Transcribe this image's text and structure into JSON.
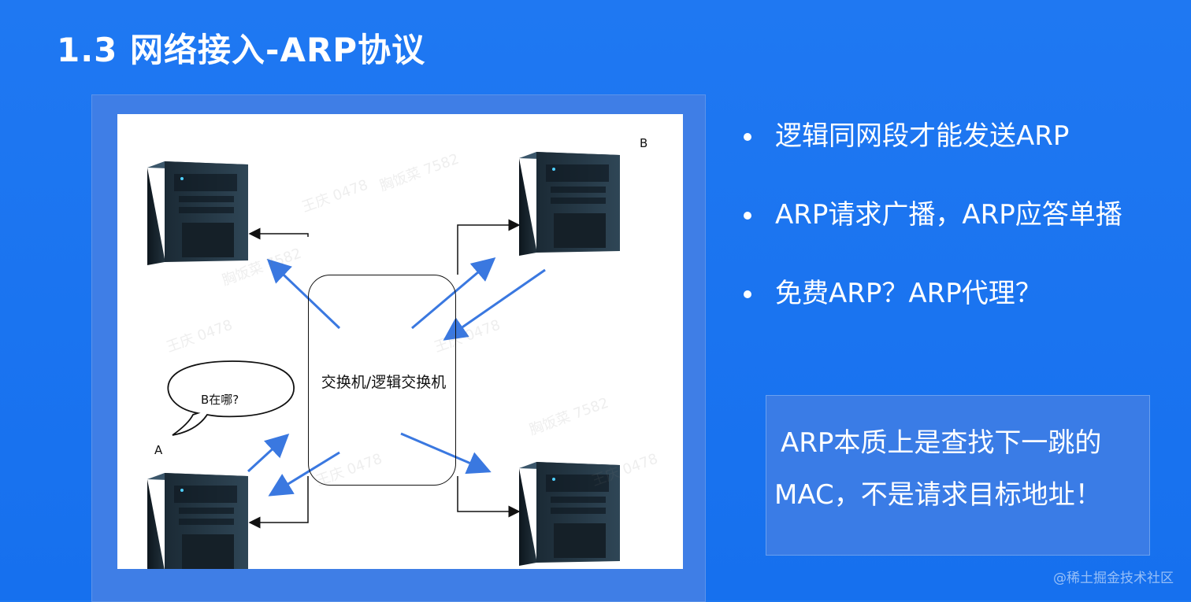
{
  "slide": {
    "title": "1.3 网络接入-ARP协议"
  },
  "diagram": {
    "switch_label": "交换机/逻辑交换机",
    "speech_bubble": "B在哪?",
    "label_a": "A",
    "label_b": "B",
    "watermarks": [
      "王庆 0478",
      "胸饭菜 7582"
    ]
  },
  "bullets": [
    "逻辑同网段才能发送ARP",
    "ARP请求广播，ARP应答单播",
    "免费ARP？ARP代理？"
  ],
  "note": {
    "line1": "ARP本质上是查找下一跳的",
    "line2": "MAC，不是请求目标地址！"
  },
  "footer": {
    "credit": "@稀土掘金技术社区"
  },
  "colors": {
    "background": "#1f78f2",
    "panel": "#3f7ee6",
    "arrow_blue": "#3a78e0",
    "note_box": "#3a7ce6"
  }
}
